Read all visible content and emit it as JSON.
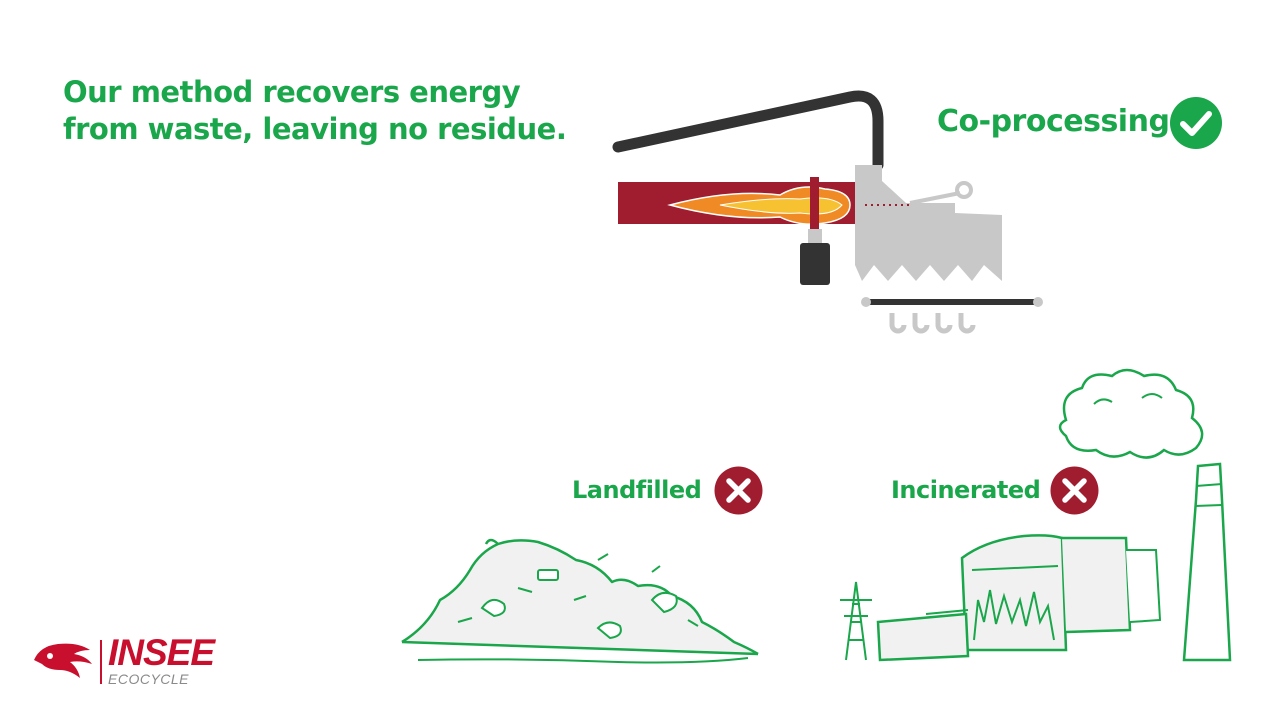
{
  "headline": {
    "line1": "Our method recovers energy",
    "line2": "from waste, leaving no residue."
  },
  "options": [
    {
      "label": "Co-processing",
      "status": "check-icon",
      "color": "#1aa64a"
    },
    {
      "label": "Landfilled",
      "status": "cross-icon",
      "color": "#a01c2f"
    },
    {
      "label": "Incinerated",
      "status": "cross-icon",
      "color": "#a01c2f"
    }
  ],
  "logo": {
    "brand": "INSEE",
    "sub": "ECOCYCLE",
    "brand_color": "#c8102e"
  },
  "colors": {
    "accent_green": "#1aa64a",
    "kiln_red": "#a01c2f",
    "machine_gray": "#c8c8c8",
    "dark": "#333333"
  }
}
